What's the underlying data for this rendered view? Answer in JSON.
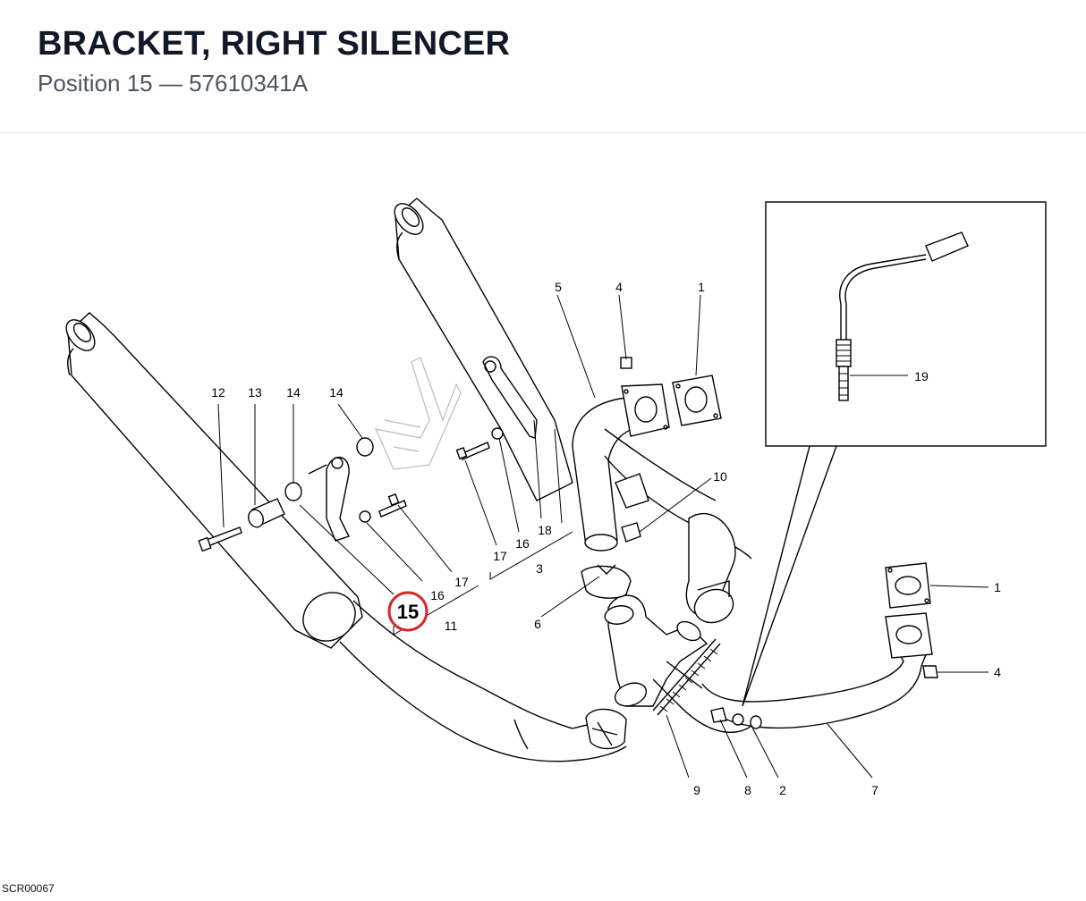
{
  "header": {
    "title": "BRACKET, RIGHT SILENCER",
    "subtitle": "Position 15 — 57610341A"
  },
  "highlight": {
    "label": "15",
    "color": "#d62828"
  },
  "callouts": [
    {
      "id": "c12",
      "text": "12"
    },
    {
      "id": "c13",
      "text": "13"
    },
    {
      "id": "c14a",
      "text": "14"
    },
    {
      "id": "c14b",
      "text": "14"
    },
    {
      "id": "c16a",
      "text": "16"
    },
    {
      "id": "c17a",
      "text": "17"
    },
    {
      "id": "c11",
      "text": "11"
    },
    {
      "id": "c17b",
      "text": "17"
    },
    {
      "id": "c16b",
      "text": "16"
    },
    {
      "id": "c18",
      "text": "18"
    },
    {
      "id": "c3",
      "text": "3"
    },
    {
      "id": "c5",
      "text": "5"
    },
    {
      "id": "c4a",
      "text": "4"
    },
    {
      "id": "c1a",
      "text": "1"
    },
    {
      "id": "c10",
      "text": "10"
    },
    {
      "id": "c6",
      "text": "6"
    },
    {
      "id": "c1b",
      "text": "1"
    },
    {
      "id": "c4b",
      "text": "4"
    },
    {
      "id": "c9",
      "text": "9"
    },
    {
      "id": "c8",
      "text": "8"
    },
    {
      "id": "c2",
      "text": "2"
    },
    {
      "id": "c7",
      "text": "7"
    },
    {
      "id": "c19",
      "text": "19"
    }
  ],
  "footer": {
    "code": "SCR00067"
  }
}
